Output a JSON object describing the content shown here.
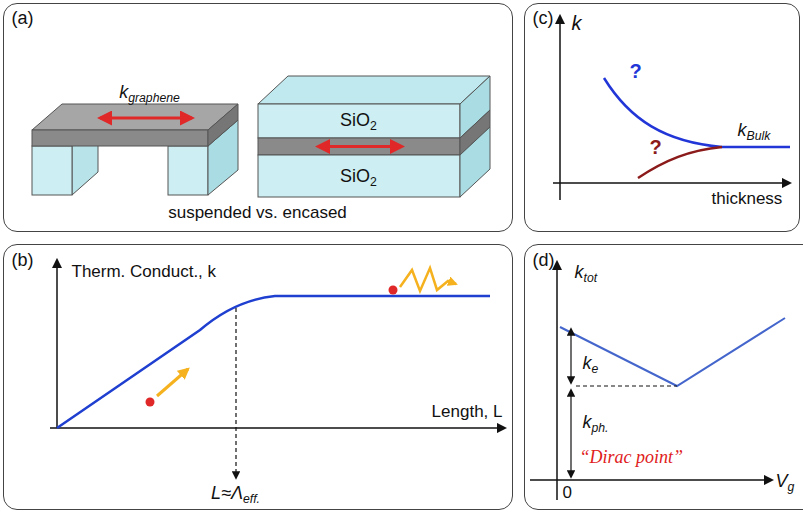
{
  "diagram": {
    "nodes": [
      {
        "text": [
          "(a)",
          "kgraphene",
          "SiO2",
          "SiO2",
          "suspended vs. encased"
        ]
      },
      {
        "text": [
          "(c)",
          "k",
          "?",
          "?",
          "kBulk",
          "thickness"
        ]
      },
      {
        "text": [
          "(b)",
          "Therm. Conduct., k",
          "Length, L",
          "L≈Λeff."
        ]
      },
      {
        "text": [
          "(d)",
          "ktot",
          "ke",
          "kph.",
          "“Dirac point”",
          "0",
          "Vg"
        ]
      }
    ]
  }
}
